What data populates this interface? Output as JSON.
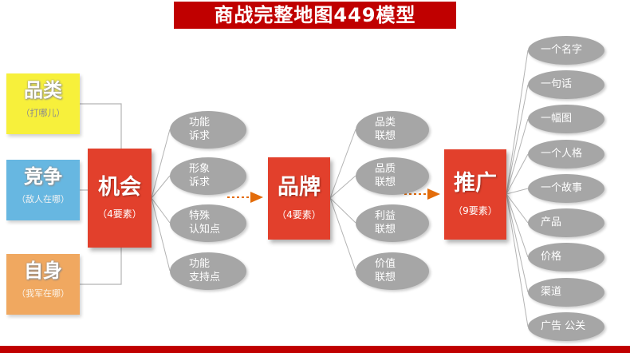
{
  "title": "商战完整地图449模型",
  "colors": {
    "banner_red": "#c00000",
    "stage_red": "#e2402c",
    "category_yellow": "#f7f03b",
    "competition_blue": "#67b7e1",
    "self_orange": "#f0a860",
    "ellipse_gray": "#a6a6a6",
    "arrow_orange": "#e36c0a",
    "line_gray": "#b3b3b3"
  },
  "left_boxes": [
    {
      "label": "品类",
      "sub": "（打哪儿）"
    },
    {
      "label": "竞争",
      "sub": "（敌人在哪）"
    },
    {
      "label": "自身",
      "sub": "（我军在哪）"
    }
  ],
  "stages": [
    {
      "label": "机会",
      "sub": "（4要素）"
    },
    {
      "label": "品牌",
      "sub": "（4要素）"
    },
    {
      "label": "推广",
      "sub": "（9要素）"
    }
  ],
  "opportunity_factors": [
    {
      "line1": "功能",
      "line2": "诉求"
    },
    {
      "line1": "形象",
      "line2": "诉求"
    },
    {
      "line1": "特殊",
      "line2": "认知点"
    },
    {
      "line1": "功能",
      "line2": "支持点"
    }
  ],
  "brand_factors": [
    {
      "line1": "品类",
      "line2": "联想"
    },
    {
      "line1": "品质",
      "line2": "联想"
    },
    {
      "line1": "利益",
      "line2": "联想"
    },
    {
      "line1": "价值",
      "line2": "联想"
    }
  ],
  "promotion_factors": [
    {
      "label": "一个名字"
    },
    {
      "label": "一句话"
    },
    {
      "label": "一幅图"
    },
    {
      "label": "一个人格"
    },
    {
      "label": "一个故事"
    },
    {
      "label": "产品"
    },
    {
      "label": "价格"
    },
    {
      "label": "渠道"
    },
    {
      "label": "广告 公关"
    }
  ]
}
